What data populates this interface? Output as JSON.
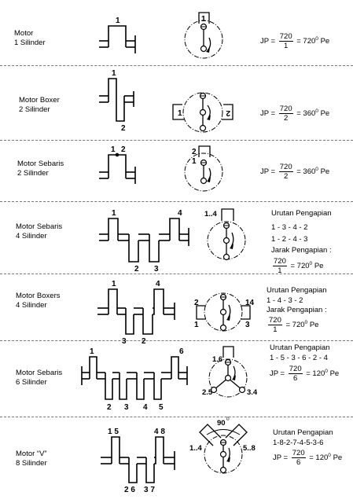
{
  "rows": [
    {
      "label1": "Motor",
      "label2": "1 Silinder",
      "crank_labels": [
        "1"
      ],
      "circle_labels": [
        "1"
      ],
      "jp_prefix": "JP =",
      "jp_num": "720",
      "jp_den": "1",
      "jp_result": "= 720",
      "jp_unit": "Pe"
    },
    {
      "label1": "Motor Boxer",
      "label2": "2 Silinder",
      "crank_labels": [
        "1",
        "2"
      ],
      "circle_labels": [
        "1",
        "2"
      ],
      "jp_prefix": "JP =",
      "jp_num": "720",
      "jp_den": "2",
      "jp_result": "= 360",
      "jp_unit": "Pe"
    },
    {
      "label1": "Motor Sebaris",
      "label2": "2 Silinder",
      "crank_labels": [
        "1",
        "2"
      ],
      "circle_labels": [
        "2",
        "1"
      ],
      "jp_prefix": "JP =",
      "jp_num": "720",
      "jp_den": "2",
      "jp_result": "= 360",
      "jp_unit": "Pe"
    },
    {
      "label1": "Motor Sebaris",
      "label2": "4 Silinder",
      "crank_labels": [
        "1",
        "2",
        "3",
        "4"
      ],
      "circle_labels": [
        "1..4"
      ],
      "order_title": "Urutan Pengapian",
      "orders": [
        "1 - 3 - 4 - 2",
        "1 - 2 - 4 - 3"
      ],
      "interval_title": "Jarak Pengapian :",
      "jp_num": "720",
      "jp_den": "1",
      "jp_result": "= 720",
      "jp_unit": "Pe"
    },
    {
      "label1": "Motor Boxers",
      "label2": "4 Silinder",
      "crank_labels": [
        "1",
        "3",
        "2",
        "4"
      ],
      "circle_labels": [
        "2",
        "1",
        "14",
        "3"
      ],
      "order_title": "Urutan Pengapian",
      "orders": [
        "1 - 4 - 3 - 2"
      ],
      "interval_title": "Jarak Pengapian :",
      "jp_num": "720",
      "jp_den": "1",
      "jp_result": "= 720",
      "jp_unit": "Pe"
    },
    {
      "label1": "Motor Sebaris",
      "label2": "6 Silinder",
      "crank_labels": [
        "1",
        "2",
        "3",
        "4",
        "5",
        "6"
      ],
      "circle_labels": [
        "1.6",
        "2.5",
        "3.4"
      ],
      "order_title": "Urutan Pengapian",
      "orders": [
        "1 - 5 - 3 - 6 - 2 - 4"
      ],
      "jp_prefix": "JP =",
      "jp_num": "720",
      "jp_den": "6",
      "jp_result": "= 120",
      "jp_unit": "Pe"
    },
    {
      "label1": "Motor “V”",
      "label2": "8 Silinder",
      "crank_labels": [
        "1 5",
        "2 6",
        "3 7",
        "4 8"
      ],
      "circle_labels": [
        "90",
        "1..4",
        "5..8"
      ],
      "order_title": "Urutan Pengapian",
      "orders": [
        "1-8-2-7-4-5-3-6"
      ],
      "jp_prefix": "JP =",
      "jp_num": "720",
      "jp_den": "6",
      "jp_result": "= 120",
      "jp_unit": "Pe"
    }
  ],
  "degree_sup": "0"
}
